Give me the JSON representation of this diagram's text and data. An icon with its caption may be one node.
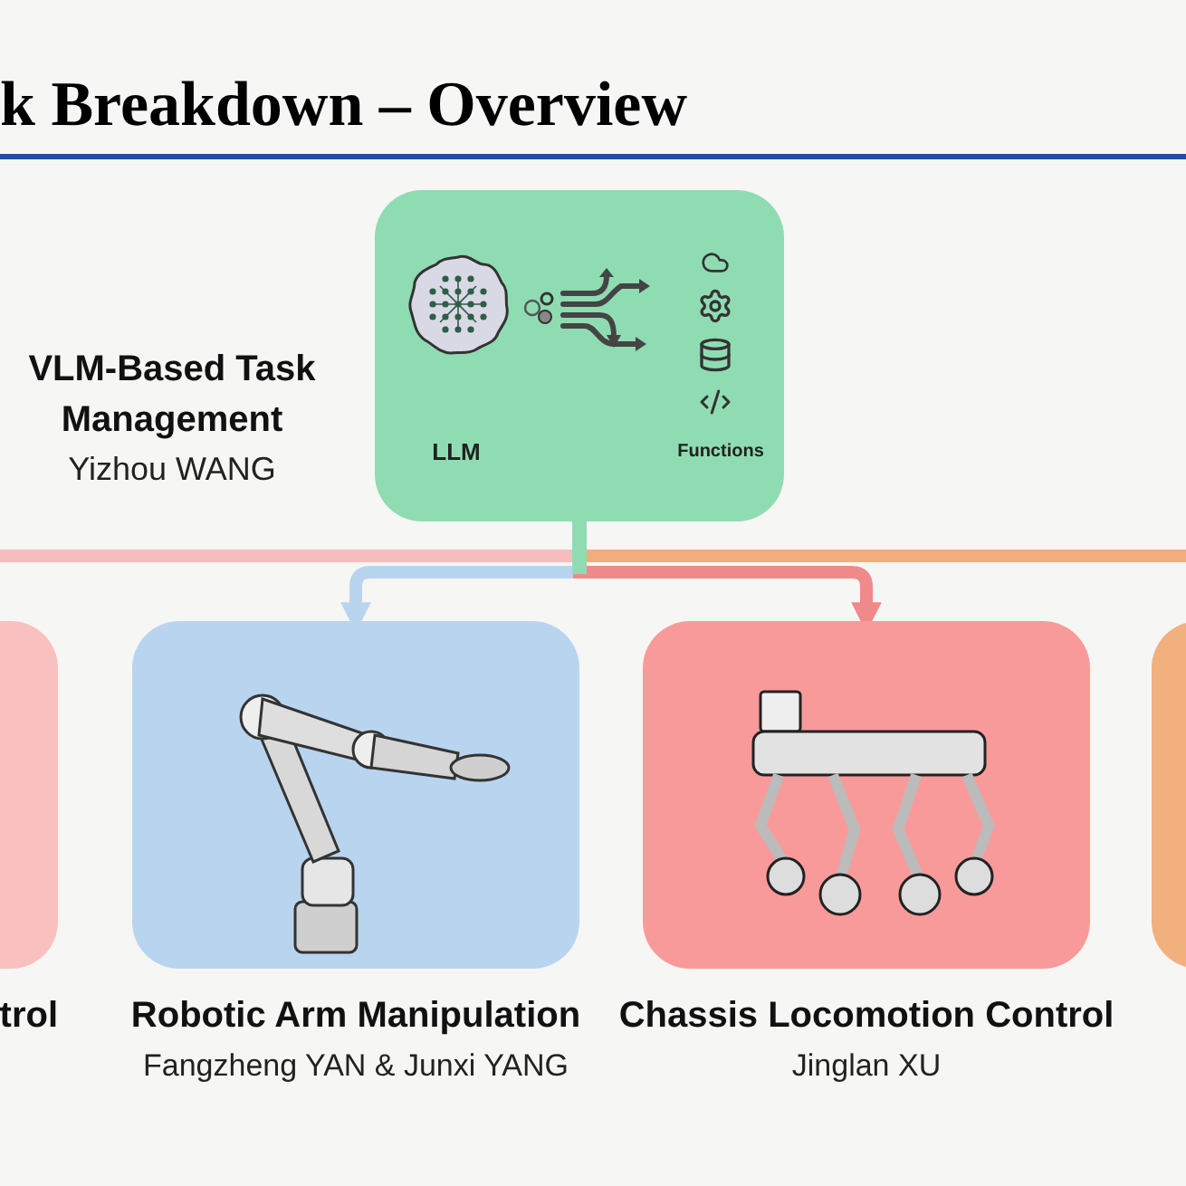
{
  "diagram": {
    "title": "k Breakdown – Overview",
    "nodes": [
      {
        "text": [
          "LLM",
          "Functions"
        ],
        "beside": [
          "VLM-Based Task Management",
          "Yizhou WANG"
        ]
      },
      {
        "text": [
          "trol"
        ]
      },
      {
        "text": [
          "Robotic Arm Manipulation",
          "Fangzheng YAN & Junxi YANG"
        ]
      },
      {
        "text": [
          "Chassis Locomotion Control",
          "Jinglan XU"
        ]
      },
      {
        "text": [],
        "shape": "box"
      }
    ],
    "edges": [
      {
        "from": 0,
        "to": null,
        "arrow": "none",
        "color": "#f7bcbc"
      },
      {
        "from": 0,
        "to": 2,
        "arrow": "to",
        "color": "#b9d4ee"
      },
      {
        "from": 0,
        "to": 3,
        "arrow": "to",
        "color": "#f08a8a"
      },
      {
        "from": 0,
        "to": null,
        "arrow": "none",
        "color": "#f2ad7e"
      }
    ]
  }
}
